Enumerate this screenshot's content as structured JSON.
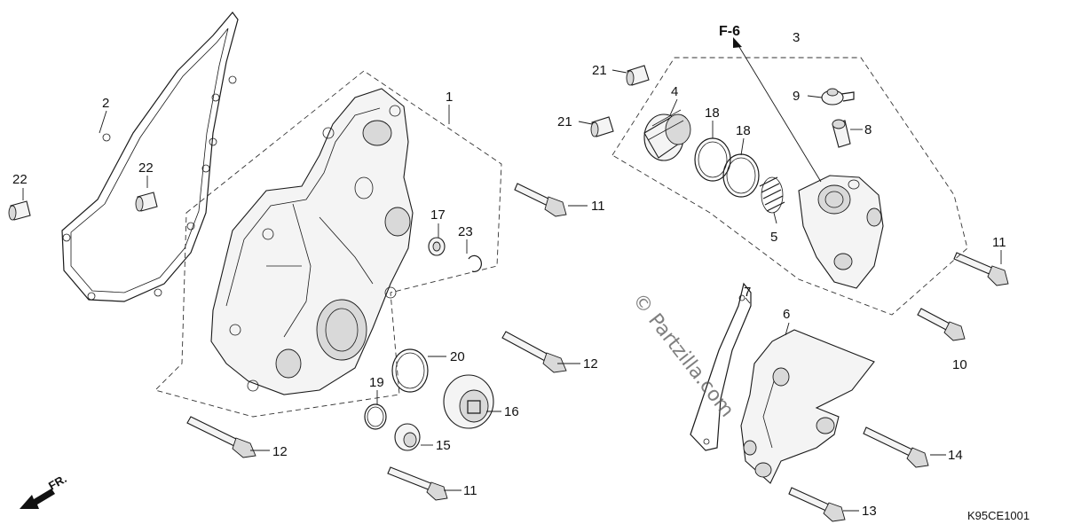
{
  "diagram": {
    "callouts": {
      "c1": "1",
      "c2": "2",
      "c3": "3",
      "c4": "4",
      "c5": "5",
      "c6": "6",
      "c7": "7",
      "c8": "8",
      "c9": "9",
      "c10": "10",
      "c11a": "11",
      "c11b": "11",
      "c11c": "11",
      "c12a": "12",
      "c12b": "12",
      "c13": "13",
      "c14": "14",
      "c15": "15",
      "c16": "16",
      "c17": "17",
      "c18a": "18",
      "c18b": "18",
      "c19": "19",
      "c20": "20",
      "c21a": "21",
      "c21b": "21",
      "c22a": "22",
      "c22b": "22",
      "c23": "23"
    },
    "reference": "F-6",
    "watermark": "© Partzilla.com",
    "front_label": "FR.",
    "diagram_code": "K95CE1001"
  }
}
